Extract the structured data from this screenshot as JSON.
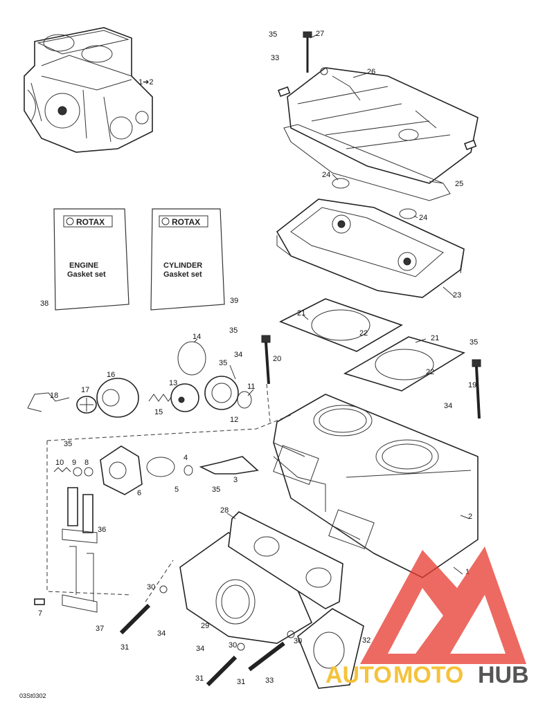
{
  "figure_code": "03St0302",
  "engine_note": "1➔2",
  "kits": [
    {
      "brand": "ROTAX",
      "title": "ENGINE",
      "subtitle": "Gasket set",
      "ref": "38"
    },
    {
      "brand": "ROTAX",
      "title": "CYLINDER",
      "subtitle": "Gasket set",
      "ref": "39"
    }
  ],
  "callouts": {
    "c1": "1",
    "c2": "2",
    "c3": "3",
    "c4": "4",
    "c5": "5",
    "c6": "6",
    "c7": "7",
    "c8": "8",
    "c9": "9",
    "c10": "10",
    "c11": "11",
    "c12": "12",
    "c13": "13",
    "c14": "14",
    "c15": "15",
    "c16": "16",
    "c17": "17",
    "c18": "18",
    "c19": "19",
    "c20": "20",
    "c21a": "21",
    "c21b": "21",
    "c22a": "22",
    "c22b": "22",
    "c23": "23",
    "c24a": "24",
    "c24b": "24",
    "c25": "25",
    "c26": "26",
    "c27": "27",
    "c28": "28",
    "c29": "29",
    "c30a": "30",
    "c30b": "30",
    "c30c": "30",
    "c31a": "31",
    "c31b": "31",
    "c31c": "31",
    "c32": "32",
    "c33a": "33",
    "c33b": "33",
    "c34a": "34",
    "c34b": "34",
    "c34c": "34",
    "c34d": "34",
    "c35a": "35",
    "c35b": "35",
    "c35c": "35",
    "c35d": "35",
    "c35e": "35",
    "c35f": "35",
    "c36": "36",
    "c37": "37"
  },
  "watermark": {
    "auto": "AUTO",
    "moto": "MOTO",
    "hub": "HUB",
    "color_red": "#e8392e",
    "color_yellow": "#f5c23a",
    "color_gray": "#555555"
  }
}
